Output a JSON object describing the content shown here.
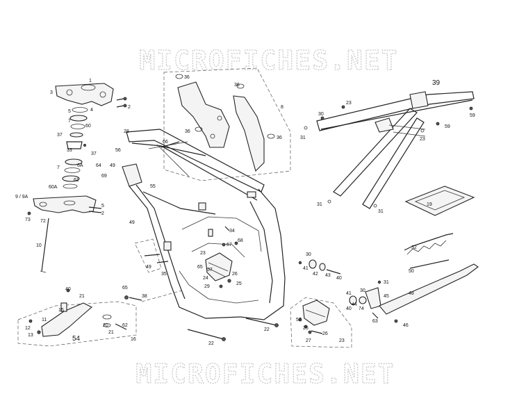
{
  "watermark": {
    "top": "MICROFICHES.NET",
    "bottom": "MICROFICHES.NET"
  },
  "callouts": {
    "c1": "1",
    "c2": "2",
    "c3": "3",
    "c4": "4",
    "c5": "5",
    "c60": "60",
    "c7": "7",
    "c37a": "37",
    "c33": "33",
    "c37b": "37",
    "c6a": "6A",
    "c7b": "7",
    "c61": "61",
    "c60a": "60A",
    "c9": "9 / 9A",
    "c73": "73",
    "c72": "72",
    "c2b": "2",
    "c5b": "5",
    "c10": "10",
    "c28": "28",
    "c56": "56",
    "c66": "66",
    "c64": "64",
    "c49": "49",
    "c69": "69",
    "c55": "55",
    "c49b": "49",
    "c36a": "36",
    "c36b": "36",
    "c36c": "36",
    "c36d": "36",
    "c8": "8",
    "c39": "39",
    "c23a": "23",
    "c30a": "30",
    "c59a": "59",
    "c59b": "59",
    "c31a": "31",
    "c23b": "23",
    "c31b": "31",
    "c31c": "31",
    "c19": "19",
    "c34": "34",
    "c67": "67",
    "c68": "68",
    "c23c": "23",
    "c32": "32",
    "c30b": "30",
    "c41a": "41",
    "c42a": "42",
    "c43": "43",
    "c40a": "40",
    "c50": "50",
    "c31d": "31",
    "c45": "45",
    "c48": "48",
    "c30c": "30",
    "c41b": "41",
    "c74": "74",
    "c44": "44",
    "c40b": "40",
    "c63": "63",
    "c46": "46",
    "c65": "65",
    "c57a": "57",
    "c26a": "26",
    "c24": "24",
    "c29": "29",
    "c25": "25",
    "c49c": "49",
    "c35": "35",
    "c65b": "65",
    "c38": "38",
    "c40c": "40",
    "c21a": "21",
    "c15": "15",
    "c11": "11",
    "c12": "12",
    "c13": "13",
    "c20": "20",
    "c21b": "21",
    "c62": "62",
    "c16": "16",
    "c54": "54",
    "c22a": "22",
    "c22b": "22",
    "c57b": "57",
    "c25b": "25",
    "c26b": "26",
    "c27": "27",
    "c23d": "23"
  }
}
